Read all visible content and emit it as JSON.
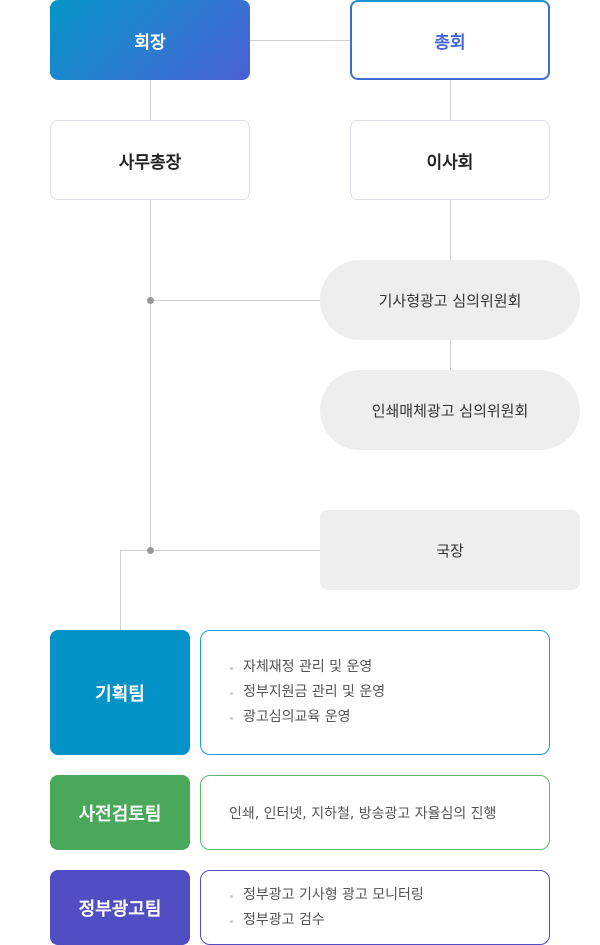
{
  "nodes": {
    "chairman": "회장",
    "general_assembly": "총회",
    "secretary_general": "사무총장",
    "board": "이사회",
    "article_ad_committee": "기사형광고 심의위원회",
    "print_ad_committee": "인쇄매체광고 심의위원회",
    "director": "국장"
  },
  "teams": [
    {
      "name": "기획팀",
      "color": "#0393c6",
      "items": [
        "자체재정 관리 및 운영",
        "정부지원금 관리 및 운영",
        "광고심의교육 운영"
      ]
    },
    {
      "name": "사전검토팀",
      "color": "#4aa85a",
      "text": "인쇄, 인터넷, 지하철, 방송광고 자율심의 진행"
    },
    {
      "name": "정부광고팀",
      "color": "#514dc3",
      "items": [
        "정부광고 기사형 광고 모니터링",
        "정부광고 검수"
      ]
    }
  ]
}
